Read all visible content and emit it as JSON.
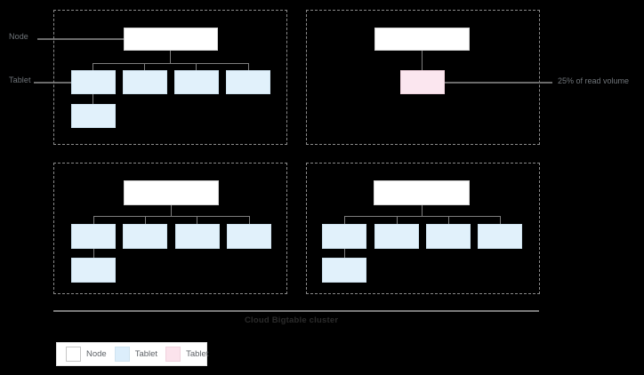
{
  "diagram": {
    "title_caption": "Cloud Bigtable cluster",
    "side_labels": {
      "node": "Node",
      "tablet": "Tablet"
    },
    "annotation": {
      "hot_tablet": "25% of read volume"
    },
    "legend": {
      "items": [
        {
          "label": "Node",
          "swatch": "node",
          "color": "#ffffff"
        },
        {
          "label": "Tablet",
          "swatch": "tablet-blue",
          "color": "#dceefb"
        },
        {
          "label": "Tablet",
          "swatch": "tablet-pink",
          "color": "#fbe3ec"
        }
      ]
    },
    "colors": {
      "background": "#000000",
      "node_fill": "#ffffff",
      "tablet_fill": "#e1f1fb",
      "hot_tablet_fill": "#fbe6ef",
      "panel_border": "#8a8a8a",
      "connector": "#7d7d7d",
      "caption_text": "#2b2b2b",
      "label_text": "#70757a"
    },
    "panels": [
      {
        "name": "node-panel-top-left",
        "node_count": 1,
        "tablet_count": 5,
        "hot_tablet_count": 0
      },
      {
        "name": "node-panel-top-right",
        "node_count": 1,
        "tablet_count": 0,
        "hot_tablet_count": 1
      },
      {
        "name": "node-panel-bottom-left",
        "node_count": 1,
        "tablet_count": 5,
        "hot_tablet_count": 0
      },
      {
        "name": "node-panel-bottom-right",
        "node_count": 1,
        "tablet_count": 5,
        "hot_tablet_count": 0
      }
    ]
  }
}
